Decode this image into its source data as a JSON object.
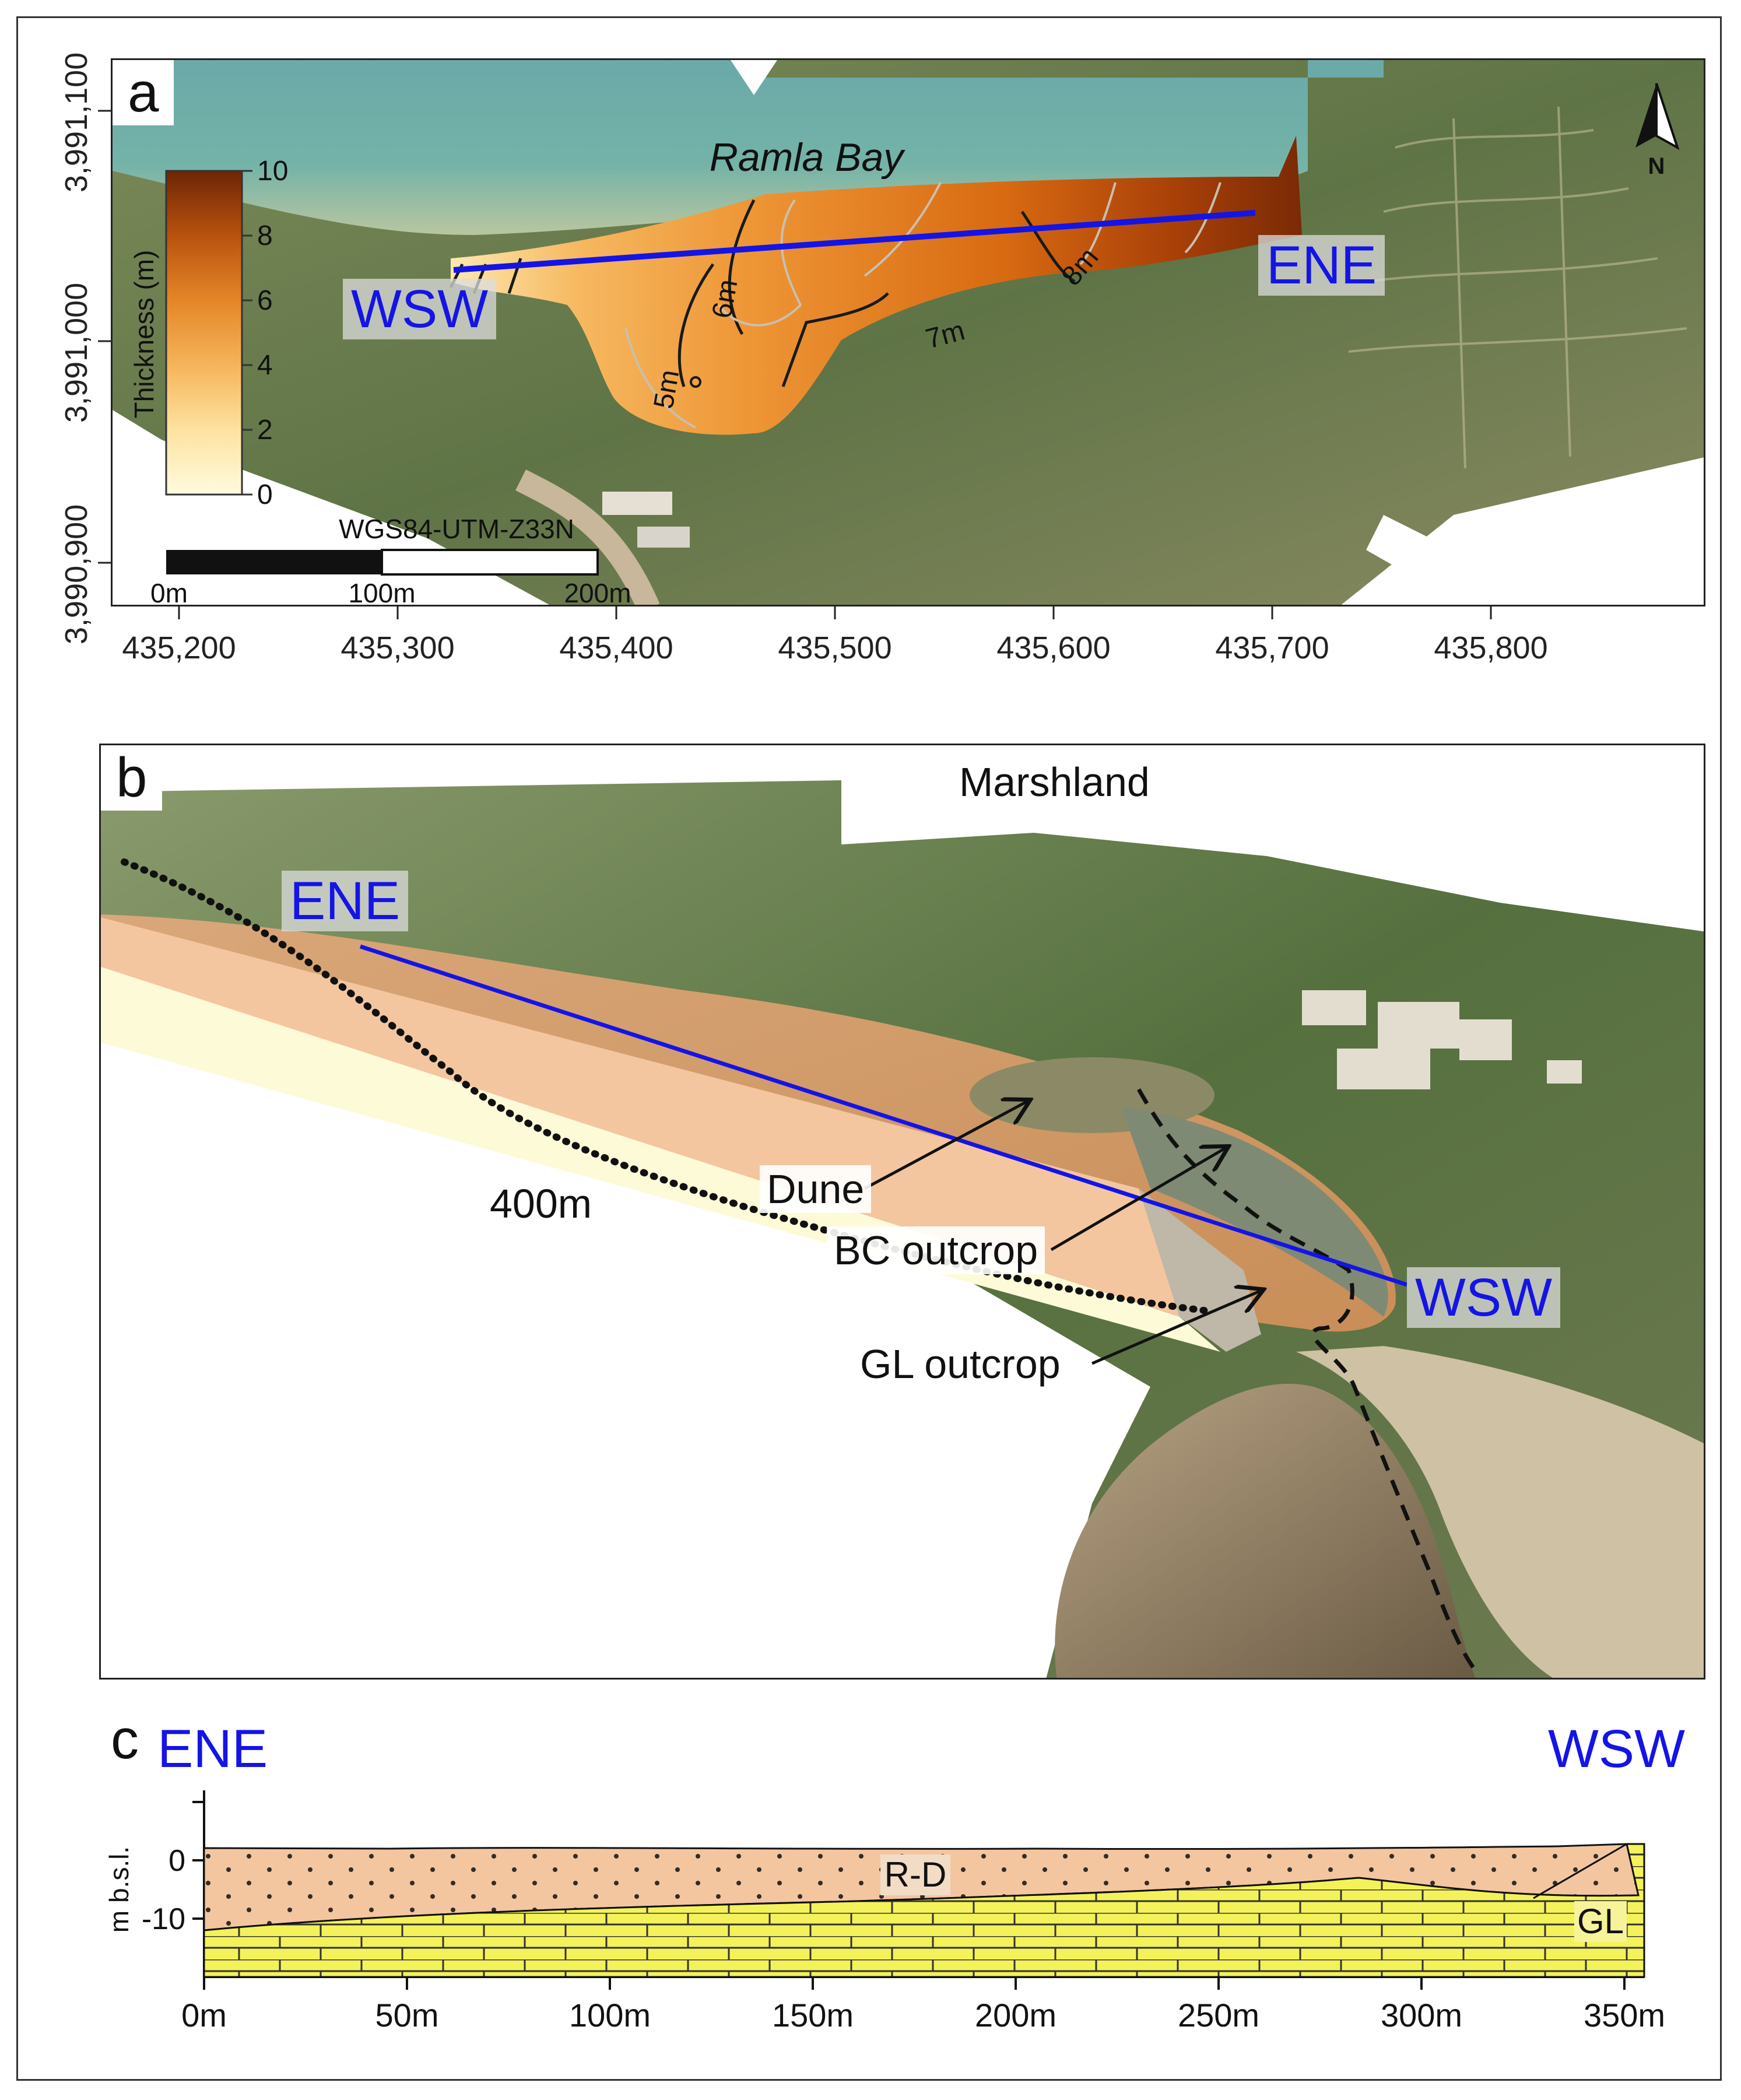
{
  "panel_a": {
    "letter": "a",
    "place_label": "Ramla Bay",
    "north_label": "N",
    "profile_start": "WSW",
    "profile_end": "ENE",
    "colorbar": {
      "label": "Thickness (m)",
      "ticks": [
        "10",
        "8",
        "6",
        "4",
        "2",
        "0"
      ]
    },
    "contours": [
      "5m",
      "6m",
      "7m",
      "8m"
    ],
    "scalebar": {
      "crs": "WGS84-UTM-Z33N",
      "labels": [
        "0m",
        "100m",
        "200m"
      ]
    },
    "x_ticks": [
      "435,200",
      "435,300",
      "435,400",
      "435,500",
      "435,600",
      "435,700",
      "435,800"
    ],
    "y_ticks": [
      "3,991,100",
      "3,991,000",
      "3,990,900"
    ]
  },
  "panel_b": {
    "letter": "b",
    "place_label": "Marshland",
    "profile_start": "ENE",
    "profile_end": "WSW",
    "distance_label": "400m",
    "annotations": [
      "Dune",
      "BC outcrop",
      "GL outcrop"
    ]
  },
  "panel_c": {
    "letter": "c",
    "left_label": "ENE",
    "right_label": "WSW",
    "y_axis_label": "m b.s.l.",
    "y_ticks": [
      "0",
      "-10"
    ],
    "x_ticks": [
      "0m",
      "50m",
      "100m",
      "150m",
      "200m",
      "250m",
      "300m",
      "350m"
    ],
    "unit_labels": [
      "R-D",
      "GL"
    ]
  },
  "colors": {
    "profile_blue": "#1414e6",
    "sand": "#f3c6a0",
    "limestone": "#f4f25a",
    "sea": "#5fa7a3",
    "thickness_high": "#7a2a06",
    "thickness_mid": "#e07a1c",
    "thickness_low": "#fdf6d0"
  }
}
